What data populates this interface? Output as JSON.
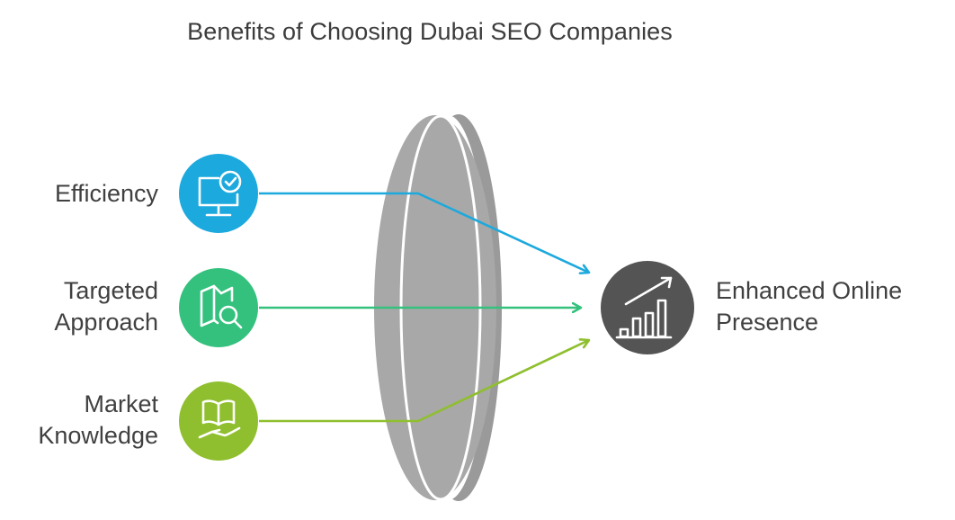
{
  "title": "Benefits of Choosing Dubai SEO Companies",
  "inputs": [
    {
      "line1": "Efficiency",
      "line2": "",
      "icon": "monitor-check-icon",
      "color": "#1ca9dd"
    },
    {
      "line1": "Targeted",
      "line2": "Approach",
      "icon": "map-search-icon",
      "color": "#33c17d"
    },
    {
      "line1": "Market",
      "line2": "Knowledge",
      "icon": "book-hand-icon",
      "color": "#8fbf2e"
    }
  ],
  "output": {
    "line1": "Enhanced Online",
    "line2": "Presence",
    "icon": "growth-chart-icon",
    "color": "#545454"
  },
  "lens_color": "#a8a8a8"
}
